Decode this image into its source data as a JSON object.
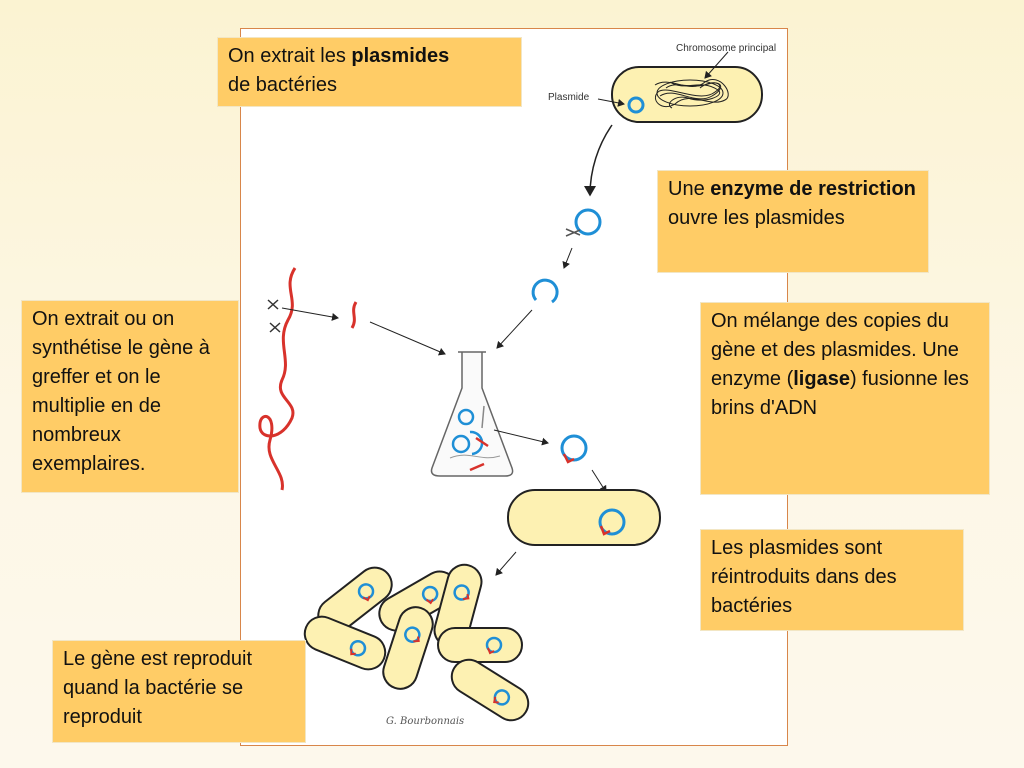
{
  "boxes": {
    "extract_plasmids": {
      "pre": "On extrait les ",
      "bold": "plasmides",
      "post": "de bactéries"
    },
    "restriction": {
      "pre": "Une ",
      "bold": "enzyme de restriction",
      "post": " ouvre les plasmides"
    },
    "gene": {
      "text": "On extrait ou on synthétise le gène à greffer et on le multiplie en de nombreux exemplaires."
    },
    "ligase": {
      "pre": "On mélange des copies du gène et des plasmides. Une enzyme (",
      "bold": "ligase",
      "post": ") fusionne les brins d'ADN"
    },
    "reintroduce": {
      "text": "Les plasmides sont réintroduits dans des bactéries"
    },
    "reproduce": {
      "text": "Le gène est reproduit quand la bactérie se reproduit"
    }
  },
  "diagram_labels": {
    "chromosome": "Chromosome principal",
    "plasmid": "Plasmide",
    "signature": "G. Bourbonnais"
  },
  "colors": {
    "box_fill": "#ffcc66",
    "bacteria_fill": "#fdf1b2",
    "plasmid_blue": "#1f8fd6",
    "gene_red": "#d8322b",
    "panel_border": "#d8864a"
  }
}
